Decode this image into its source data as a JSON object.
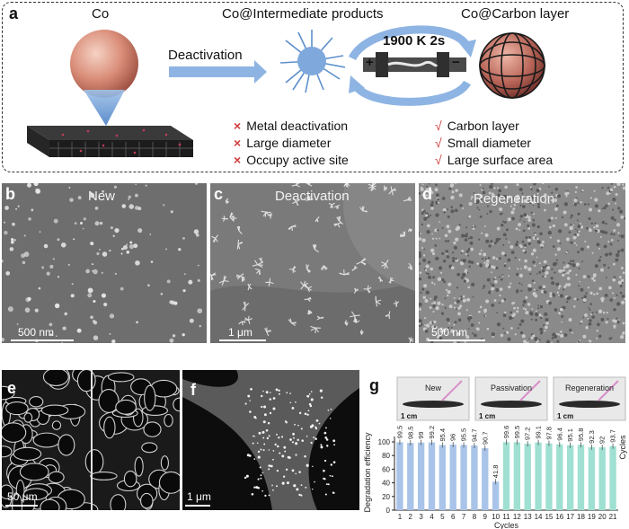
{
  "panel_a": {
    "label": "a",
    "co_title": "Co",
    "intermediate_title": "Co@Intermediate products",
    "carbon_title": "Co@Carbon layer",
    "arrow_label": "Deactivation",
    "heat_label": "1900 K 2s",
    "plus": "+",
    "minus": "−",
    "cons": [
      "Metal deactivation",
      "Large diameter",
      "Occupy active site"
    ],
    "pros": [
      "Carbon layer",
      "Small diameter",
      "Large surface area"
    ],
    "cross_symbol": "×",
    "check_symbol": "√"
  },
  "panel_b": {
    "label": "b",
    "title": "New",
    "scale": "500 nm"
  },
  "panel_c": {
    "label": "c",
    "title": "Deactivation",
    "scale": "1 μm"
  },
  "panel_d": {
    "label": "d",
    "title": "Regeneration",
    "scale": "500 nm"
  },
  "panel_e": {
    "label": "e",
    "scale": "50 μm"
  },
  "panel_f": {
    "label": "f",
    "scale": "1 μm"
  },
  "panel_g": {
    "label": "g",
    "insets": [
      {
        "title": "New",
        "scale": "1 cm"
      },
      {
        "title": "Passivation",
        "scale": "1 cm"
      },
      {
        "title": "Regeneration",
        "scale": "1 cm"
      }
    ]
  },
  "colors": {
    "blue_bar": "#a9c4e8",
    "teal_bar": "#9fe0d2",
    "accent_red": "#d23b3b"
  },
  "chart_data": {
    "type": "bar",
    "xlabel": "Cycles",
    "ylabel": "Degradation efficiency",
    "right_label": "Cycles",
    "ylim": [
      0,
      100
    ],
    "yticks": [
      0,
      20,
      40,
      60,
      80,
      100
    ],
    "categories": [
      "1",
      "2",
      "3",
      "4",
      "5",
      "6",
      "7",
      "8",
      "9",
      "10",
      "11",
      "12",
      "13",
      "14",
      "15",
      "16",
      "17",
      "18",
      "19",
      "20",
      "21"
    ],
    "values": [
      99.5,
      98.5,
      99,
      99.2,
      95.4,
      96,
      95.5,
      94.7,
      90.7,
      41.8,
      99.6,
      99.5,
      97.2,
      99.1,
      97.8,
      96.4,
      95.1,
      95.8,
      92.3,
      92,
      93.7
    ],
    "value_labels": [
      "99.5",
      "98.5",
      "99",
      "99.2",
      "95.4",
      "96",
      "95.5",
      "94.7",
      "90.7",
      "41.8",
      "99.6",
      "99.5",
      "97.2",
      "99.1",
      "97.8",
      "96.4",
      "95.1",
      "95.8",
      "92.3",
      "92",
      "93.7"
    ],
    "bar_colors": [
      "#a9c4e8",
      "#a9c4e8",
      "#a9c4e8",
      "#a9c4e8",
      "#a9c4e8",
      "#a9c4e8",
      "#a9c4e8",
      "#a9c4e8",
      "#a9c4e8",
      "#a9c4e8",
      "#9fe0d2",
      "#9fe0d2",
      "#9fe0d2",
      "#9fe0d2",
      "#9fe0d2",
      "#9fe0d2",
      "#9fe0d2",
      "#9fe0d2",
      "#9fe0d2",
      "#9fe0d2",
      "#9fe0d2"
    ]
  }
}
